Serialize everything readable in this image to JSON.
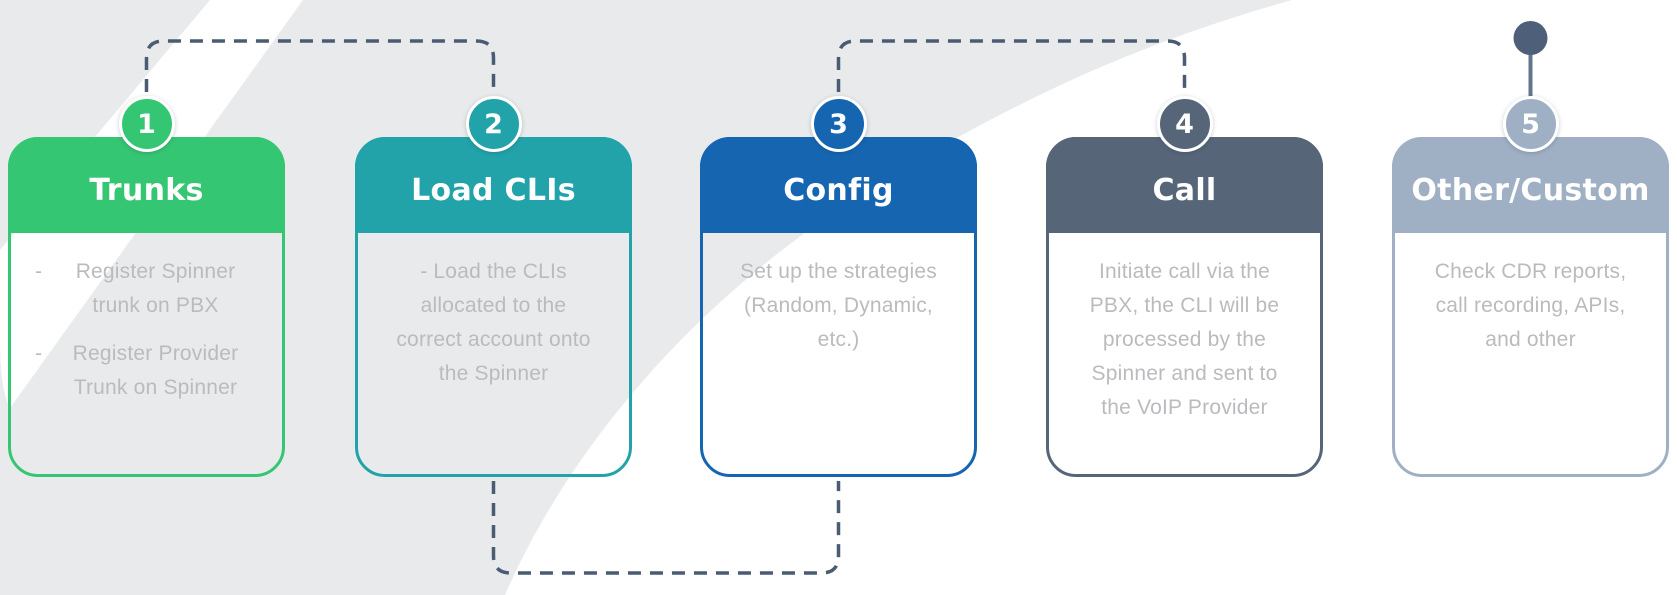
{
  "diagram": {
    "title_semantic": "CLI Spinner process flow",
    "background": {
      "base_color": "#e9eaeb",
      "swoosh_color": "#ffffff"
    },
    "connector_color": "#4a5b74",
    "pin": {
      "dot_color": "#4e5f7a",
      "stem_color": "#64748c"
    },
    "steps": [
      {
        "number": "1",
        "title": "Trunks",
        "color": "#35c673",
        "items": [
          {
            "marker": "-",
            "text": "Register Spinner trunk on PBX"
          },
          {
            "marker": "-",
            "text": "Register Provider Trunk on Spinner"
          }
        ]
      },
      {
        "number": "2",
        "title": "Load CLIs",
        "color": "#22a3a9",
        "items": [
          {
            "marker": "",
            "text": "- Load the CLIs allocated to the correct account onto the Spinner"
          }
        ]
      },
      {
        "number": "3",
        "title": "Config",
        "color": "#1565b1",
        "items": [
          {
            "marker": "",
            "text": "Set up the strategies (Random, Dynamic, etc.)"
          }
        ]
      },
      {
        "number": "4",
        "title": "Call",
        "color": "#566678",
        "items": [
          {
            "marker": "",
            "text": "Initiate call via the PBX, the CLI will be processed by the Spinner and sent to the VoIP Provider"
          }
        ]
      },
      {
        "number": "5",
        "title": "Other/Custom",
        "color": "#9fb0c5",
        "items": [
          {
            "marker": "",
            "text": "Check CDR reports, call recording, APIs, and other"
          }
        ]
      }
    ]
  }
}
